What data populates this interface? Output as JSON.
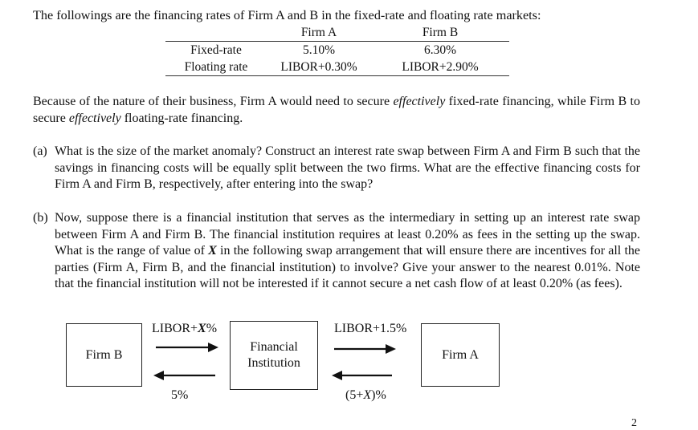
{
  "intro": "The followings are the financing rates of Firm A and B in the fixed-rate and floating rate markets:",
  "table": {
    "headers": [
      "",
      "Firm A",
      "Firm B"
    ],
    "rows": [
      [
        "Fixed-rate",
        "5.10%",
        "6.30%"
      ],
      [
        "Floating rate",
        "LIBOR+0.30%",
        "LIBOR+2.90%"
      ]
    ]
  },
  "paragraph": {
    "p1": "Because of the nature of their business, Firm A would need to secure ",
    "em1": "effectively",
    "p2": " fixed-rate financing, while Firm B to secure ",
    "em2": "effectively",
    "p3": " floating-rate financing."
  },
  "question_a": {
    "label": "(a)",
    "text": "What is the size of the market anomaly? Construct an interest rate swap between Firm A and Firm B such that the savings in financing costs will be equally split between the two firms. What are the effective financing costs for Firm A and Firm B, respectively, after entering into the swap?"
  },
  "question_b": {
    "label": "(b)",
    "t1": "Now, suppose there is a financial institution that serves as the intermediary in setting up an interest rate swap between Firm A and Firm B. The financial institution requires at least 0.20% as fees in the setting up the swap. What is the range of value of ",
    "x": "X",
    "t2": " in the following swap arrangement that will ensure there are incentives for all the parties (Firm A, Firm B, and the financial institution) to involve? Give your answer to the nearest 0.01%. Note that the financial institution will not be interested if it cannot secure a net cash flow of at least 0.20% (as fees)."
  },
  "diagram": {
    "firm_b": "Firm B",
    "fi_line1": "Financial",
    "fi_line2": "Institution",
    "firm_a": "Firm A",
    "libor_x_pre": "LIBOR+",
    "libor_x_var": "X",
    "libor_x_post": "%",
    "libor_15": "LIBOR+1.5%",
    "five_pct": "5%",
    "five_x_pre": "(5+",
    "five_x_var": "X",
    "five_x_post": ")%"
  },
  "page_number": "2"
}
